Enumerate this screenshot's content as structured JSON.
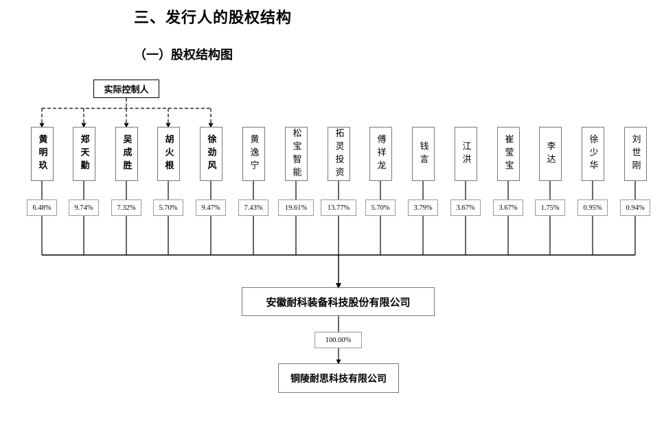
{
  "titles": {
    "section": "三、发行人的股权结构",
    "subsection": "（一）股权结构图"
  },
  "controller_label": "实际控制人",
  "shareholders": [
    {
      "name": "黄明玖",
      "pct": "6.48%",
      "controller": true
    },
    {
      "name": "郑天勤",
      "pct": "9.74%",
      "controller": true
    },
    {
      "name": "吴成胜",
      "pct": "7.32%",
      "controller": true
    },
    {
      "name": "胡火根",
      "pct": "5.70%",
      "controller": true
    },
    {
      "name": "徐劲风",
      "pct": "9.47%",
      "controller": true
    },
    {
      "name": "黄逸宁",
      "pct": "7.43%",
      "controller": false
    },
    {
      "name": "松宝智能",
      "pct": "19.61%",
      "controller": false
    },
    {
      "name": "拓灵投资",
      "pct": "13.77%",
      "controller": false
    },
    {
      "name": "傅祥龙",
      "pct": "5.70%",
      "controller": false
    },
    {
      "name": "钱言",
      "pct": "3.79%",
      "controller": false
    },
    {
      "name": "江洪",
      "pct": "3.67%",
      "controller": false
    },
    {
      "name": "崔莹宝",
      "pct": "3.67%",
      "controller": false
    },
    {
      "name": "李达",
      "pct": "1.75%",
      "controller": false
    },
    {
      "name": "徐少华",
      "pct": "0.95%",
      "controller": false
    },
    {
      "name": "刘世刚",
      "pct": "0.94%",
      "controller": false
    }
  ],
  "company": "安徽耐科装备科技股份有限公司",
  "subsidiary": {
    "pct": "100.00%",
    "name": "铜陵耐思科技有限公司"
  }
}
